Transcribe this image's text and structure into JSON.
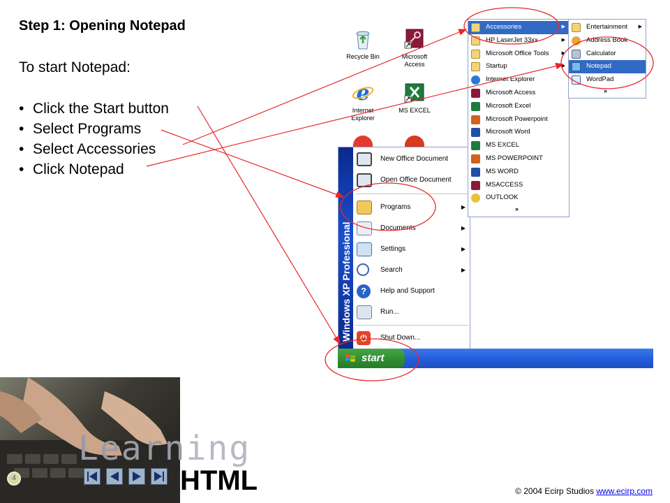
{
  "slide": {
    "title": "Step 1: Opening Notepad",
    "intro": "To start Notepad:",
    "steps": [
      "Click the Start button",
      "Select Programs",
      "Select Accessories",
      "Click Notepad"
    ]
  },
  "desktop_icons": {
    "recycle_bin": "Recycle Bin",
    "ms_access_1": "Microsoft",
    "ms_access_2": "Access",
    "ie_1": "Internet",
    "ie_2": "Explorer",
    "ms_excel": "MS EXCEL"
  },
  "start_menu": {
    "band_text": "Windows XP Professional",
    "items": [
      "New Office Document",
      "Open Office Document",
      "Programs",
      "Documents",
      "Settings",
      "Search",
      "Help and Support",
      "Run...",
      "Shut Down..."
    ]
  },
  "programs_menu": {
    "items": [
      "Accessories",
      "HP LaserJet 33xx",
      "Microsoft Office Tools",
      "Startup",
      "Internet Explorer",
      "Microsoft Access",
      "Microsoft Excel",
      "Microsoft Powerpoint",
      "Microsoft Word",
      "MS EXCEL",
      "MS POWERPOINT",
      "MS WORD",
      "MSACCESS",
      "OUTLOOK"
    ]
  },
  "accessories_menu": {
    "items": [
      "Entertainment",
      "Address Book",
      "Calculator",
      "Notepad",
      "WordPad"
    ]
  },
  "taskbar": {
    "start_label": "start"
  },
  "banner": {
    "learning_a": "Learn",
    "learning_b": "ing",
    "html": "HTML",
    "page_number": "4"
  },
  "footer": {
    "copyright": "© 2004 Ecirp Studios",
    "link": "www.ecirp.com"
  },
  "colors": {
    "highlight": "#316ac5",
    "annotation": "#e8262a",
    "taskbar": "#245edb",
    "start_green": "#2f8b2f"
  },
  "icons": [
    "recycle-bin-icon",
    "key-icon",
    "internet-explorer-icon",
    "excel-icon",
    "folder-icon",
    "windows-flag-icon",
    "power-icon"
  ]
}
